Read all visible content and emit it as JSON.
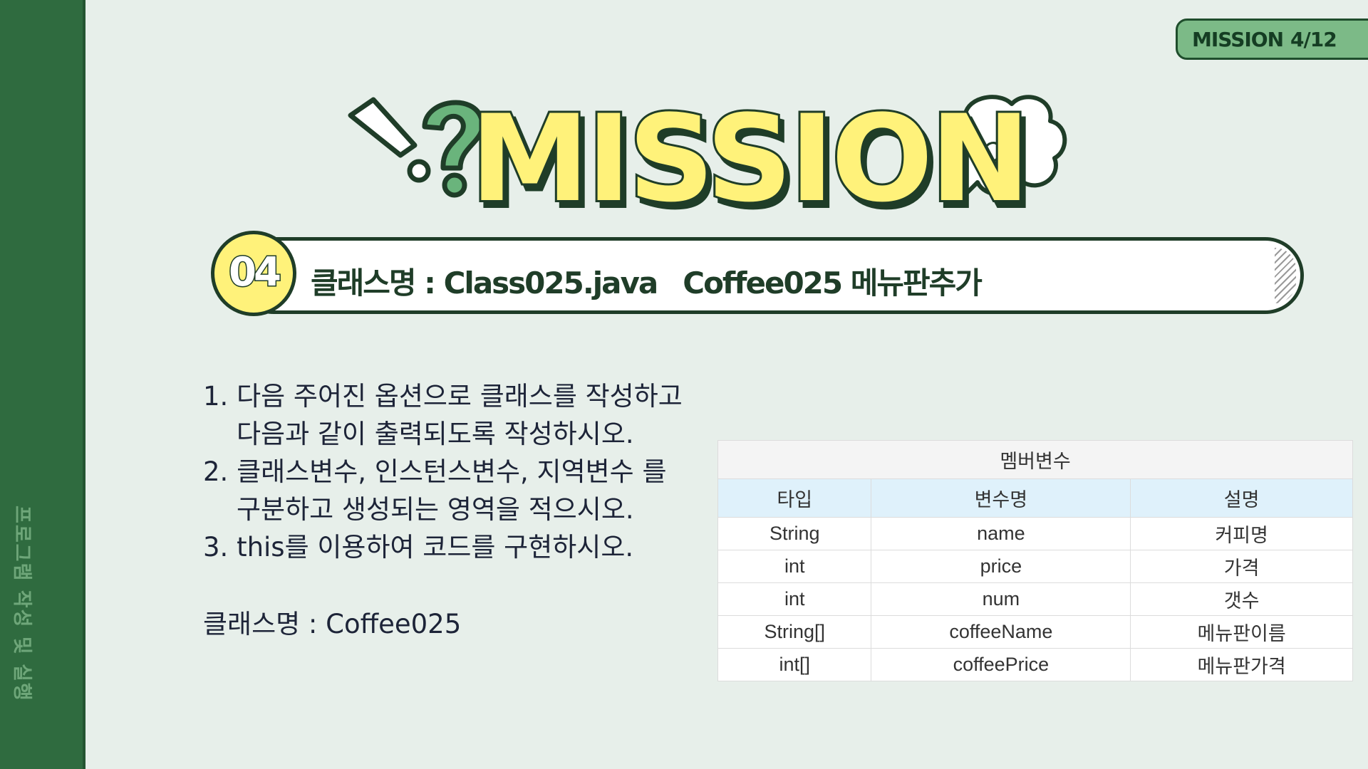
{
  "sidebar": {
    "label": "프로그램 작성 및 실행"
  },
  "page_badge": {
    "label": "MISSION",
    "page": "4/12"
  },
  "headline": {
    "title": "MISSION",
    "bubble_text": "Q!!"
  },
  "task": {
    "number": "04",
    "title_part1": "클래스명 : Class025.java",
    "title_part2": "Coffee025  메뉴판추가"
  },
  "instructions": [
    "1. 다음 주어진 옵션으로 클래스를 작성하고",
    "다음과 같이 출력되도록 작성하시오.",
    "2. 클래스변수, 인스턴스변수, 지역변수 를",
    "구분하고 생성되는 영역을 적으시오.",
    "3. this를 이용하여 코드를 구현하시오."
  ],
  "class_name": "클래스명 : Coffee025",
  "member_table": {
    "caption": "멤버변수",
    "headers": [
      "타입",
      "변수명",
      "설명"
    ],
    "rows": [
      [
        "String",
        "name",
        "커피명"
      ],
      [
        "int",
        "price",
        "가격"
      ],
      [
        "int",
        "num",
        "갯수"
      ],
      [
        "String[]",
        "coffeeName",
        "메뉴판이름"
      ],
      [
        "int[]",
        "coffeePrice",
        "메뉴판가격"
      ]
    ]
  },
  "colors": {
    "sidebar": "#2f6b3f",
    "background": "#e7efea",
    "accent_yellow": "#fff27a",
    "dark_green": "#1f3d28",
    "badge_green": "#7cba87",
    "table_header": "#dff1fb"
  }
}
